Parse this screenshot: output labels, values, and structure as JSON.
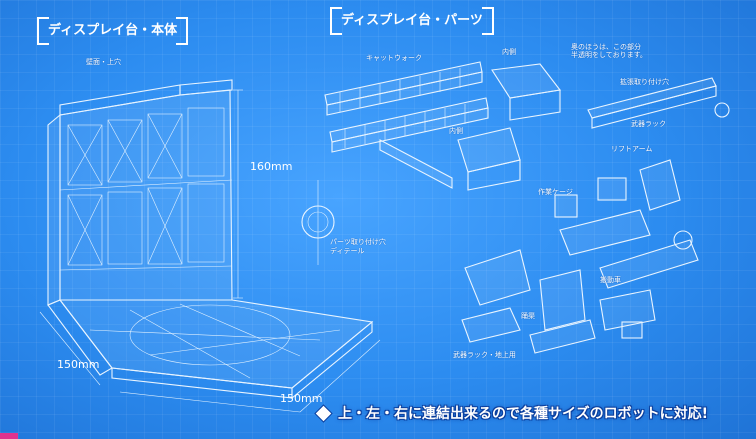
{
  "titles": {
    "body": "ディスプレイ台・本体",
    "parts": "ディスプレイ台・パーツ"
  },
  "labels": {
    "wall": "壁面・上穴",
    "catwalk": "キャットウォーク",
    "inner1": "内側",
    "note": "奥のほうは、この部分\n半透明をしております。",
    "ext_hole": "拡張取り付け穴",
    "inner2": "内側",
    "weapon_rack": "武器ラック",
    "lift_arm": "リフトアーム",
    "work_cage": "作業ケージ",
    "parts_hole": "パーツ取り付け穴\nディテール",
    "mover": "搬動車",
    "stairs": "踊渠",
    "weapon_rack_ground": "武器ラック・地上用"
  },
  "dimensions": {
    "height": "160mm",
    "depth": "150mm",
    "width": "150mm"
  },
  "banner": "上・左・右に連結出来るので各種サイズのロボットに対応!",
  "colors": {
    "background": "#2f8ff0",
    "line": "#e8f4ff",
    "accent": "#e0338e"
  }
}
